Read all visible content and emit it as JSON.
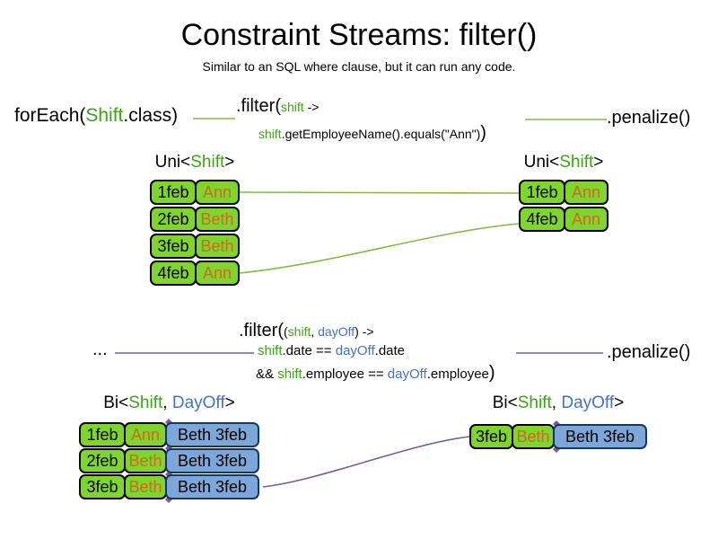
{
  "slide": {
    "title": "Constraint Streams: filter()",
    "subtitle": "Similar to an SQL where clause, but it can run any code."
  },
  "colors": {
    "code_green": "#3fa317",
    "code_blue": "#4472c4",
    "cell_green": "#7fd42f",
    "cell_blue": "#7da7d9",
    "cell_name_orange": "#d2691e",
    "connector_green": "#82bb44",
    "connector_purple": "#7d5a96"
  },
  "s1": {
    "foreach_prefix": "forEach(",
    "foreach_type": "Shift",
    "foreach_suffix": ".class)",
    "filter_method": ".filter(",
    "filter_param": "shift",
    "filter_arrow": " ->",
    "body_param": "shift",
    "body_rest": ".getEmployeeName().equals(\"Ann\")",
    "body_close": ")",
    "penalize": ".penalize()",
    "left_label_pre": "Uni<",
    "left_label_type": "Shift",
    "left_label_post": ">",
    "right_label_pre": "Uni<",
    "right_label_type": "Shift",
    "right_label_post": ">",
    "left_table": [
      {
        "date": "1feb",
        "name": "Ann"
      },
      {
        "date": "2feb",
        "name": "Beth"
      },
      {
        "date": "3feb",
        "name": "Beth"
      },
      {
        "date": "4feb",
        "name": "Ann"
      }
    ],
    "right_table": [
      {
        "date": "1feb",
        "name": "Ann"
      },
      {
        "date": "4feb",
        "name": "Ann"
      }
    ]
  },
  "s2": {
    "ellipsis": "...",
    "filter_method": ".filter(",
    "filter_open": "(",
    "filter_param1": "shift",
    "filter_comma": ", ",
    "filter_param2": "dayOff",
    "filter_close": ")",
    "filter_arrow": " ->",
    "cond1_p1": "shift",
    "cond1_m1": ".date == ",
    "cond1_p2": "dayOff",
    "cond1_m2": ".date",
    "cond2_pre": "&& ",
    "cond2_p1": "shift",
    "cond2_m1": ".employee == ",
    "cond2_p2": "dayOff",
    "cond2_m2": ".employee",
    "cond2_close": ")",
    "penalize": ".penalize()",
    "left_label_pre": "Bi<",
    "left_label_t1": "Shift",
    "left_label_comma": ", ",
    "left_label_t2": "DayOff",
    "left_label_post": ">",
    "right_label_pre": "Bi<",
    "right_label_t1": "Shift",
    "right_label_comma": ", ",
    "right_label_t2": "DayOff",
    "right_label_post": ">",
    "left_table": [
      {
        "date": "1feb",
        "name": "Ann",
        "pair": "Beth 3feb"
      },
      {
        "date": "2feb",
        "name": "Beth",
        "pair": "Beth 3feb"
      },
      {
        "date": "3feb",
        "name": "Beth",
        "pair": "Beth 3feb"
      }
    ],
    "right_table": [
      {
        "date": "3feb",
        "name": "Beth",
        "pair": "Beth 3feb"
      }
    ]
  }
}
